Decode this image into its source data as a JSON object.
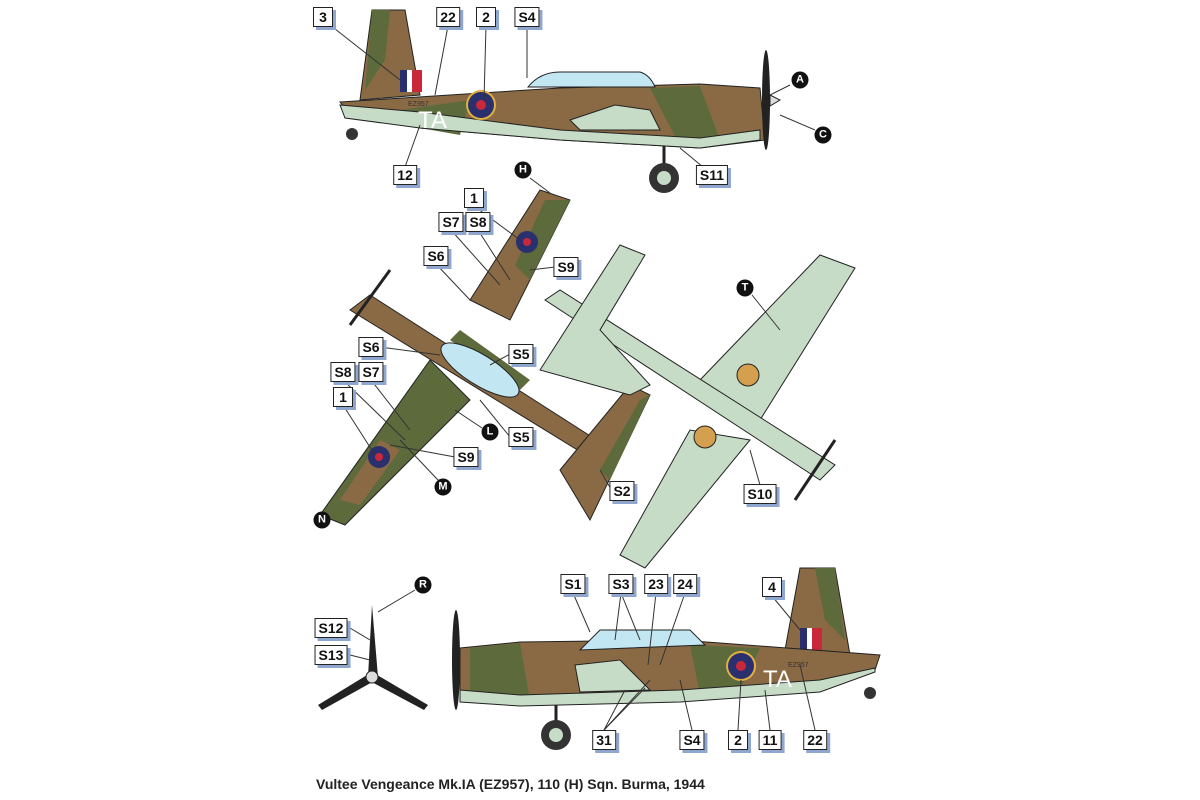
{
  "caption": "Vultee Vengeance Mk.IA (EZ957), 110 (H) Sqn. Burma, 1944",
  "aircraft": {
    "serial": "EZ957",
    "code": "TA"
  },
  "colors": {
    "brown": "#8a6a45",
    "green": "#5d6a3c",
    "underside": "#c7dcc6",
    "canopy": "#c2e6f2",
    "roundel_blue": "#2a2f6e",
    "roundel_red": "#c8283a",
    "roundel_yellow": "#e0b040",
    "label_shadow": "#8fa6cf"
  },
  "labels": {
    "side_top": [
      "3",
      "22",
      "2",
      "S4",
      "12",
      "S11"
    ],
    "side_top_letters": [
      "A",
      "C"
    ],
    "top_view": [
      "1",
      "S7",
      "S8",
      "S6",
      "S9",
      "S6",
      "S5",
      "S8",
      "S7",
      "1",
      "S5",
      "S9",
      "S2"
    ],
    "top_view_letters": [
      "H",
      "L",
      "M",
      "N"
    ],
    "under_view": [
      "S10"
    ],
    "under_view_letters": [
      "T"
    ],
    "prop": [
      "S12",
      "S13"
    ],
    "prop_letters": [
      "R"
    ],
    "side_bottom": [
      "S1",
      "S3",
      "23",
      "24",
      "4",
      "31",
      "S4",
      "2",
      "11",
      "22"
    ]
  }
}
